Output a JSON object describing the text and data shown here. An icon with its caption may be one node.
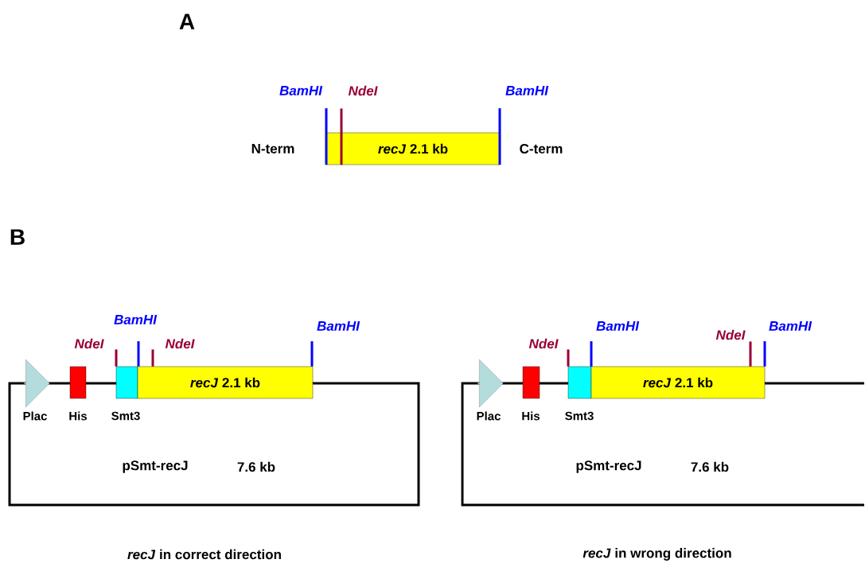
{
  "diagram": {
    "nodes": [
      {
        "text": [
          "BamHI"
        ]
      },
      {
        "text": [
          "NdeI"
        ]
      },
      {
        "text": [
          "BamHI"
        ]
      },
      {
        "text": [
          "*recJ* 2.1 kb"
        ]
      },
      {
        "text": [
          "pSmt-recJ",
          "7.6 kb"
        ]
      },
      {
        "text": [],
        "shape": "arrow"
      },
      {
        "text": [],
        "shape": "box"
      },
      {
        "text": [],
        "shape": "box"
      },
      {
        "text": [
          "*recJ* 2.1 kb"
        ]
      },
      {
        "text": [
          "NdeI"
        ]
      },
      {
        "text": [
          "BamHI"
        ]
      },
      {
        "text": [
          "NdeI"
        ]
      },
      {
        "text": [
          "BamHI"
        ]
      },
      {
        "text": [
          "pSmt-recJ",
          "7.6 kb"
        ]
      },
      {
        "text": [],
        "shape": "arrow"
      },
      {
        "text": [],
        "shape": "box"
      },
      {
        "text": [],
        "shape": "box"
      },
      {
        "text": [
          "*recJ* 2.1 kb"
        ]
      },
      {
        "text": [
          "NdeI"
        ]
      },
      {
        "text": [
          "BamHI"
        ]
      },
      {
        "text": [
          "NdeI"
        ]
      },
      {
        "text": [
          "BamHI"
        ]
      }
    ],
    "edges": [
      {
        "from": 0,
        "to": 3,
        "arrow": "none"
      },
      {
        "from": 1,
        "to": 3,
        "arrow": "none",
        "color": "#990033"
      },
      {
        "from": 2,
        "to": 3,
        "arrow": "none"
      },
      {
        "from": 9,
        "to": 7,
        "arrow": "none",
        "color": "#990033"
      },
      {
        "from": 10,
        "to": 8,
        "arrow": "none"
      },
      {
        "from": 11,
        "to": 8,
        "arrow": "none",
        "color": "#990033"
      },
      {
        "from": 12,
        "to": 8,
        "arrow": "none"
      },
      {
        "from": 18,
        "to": 16,
        "arrow": "none",
        "color": "#990033"
      },
      {
        "from": 19,
        "to": 17,
        "arrow": "none"
      },
      {
        "from": 20,
        "to": 17,
        "arrow": "none",
        "color": "#990033"
      },
      {
        "from": 21,
        "to": 17,
        "arrow": "none"
      }
    ],
    "labels": [
      "A",
      "N-term",
      "C-term",
      "B",
      "Plac",
      "His",
      "Smt3",
      "Plac",
      "His",
      "Smt3",
      "*recJ* in correct direction",
      "*recJ* in wrong direction"
    ]
  }
}
